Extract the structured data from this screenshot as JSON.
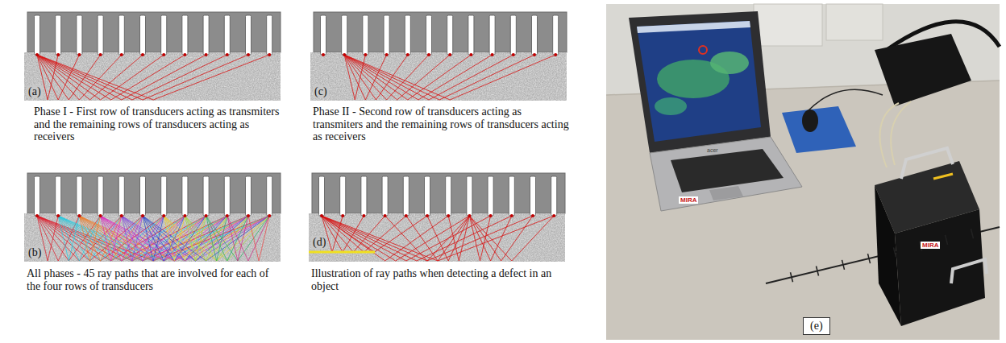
{
  "diagram": {
    "labels": [
      "(a)",
      "Phase I - First row of transducers acting as transmiters and the remaining rows of transducers acting as receivers",
      "(c)",
      "Phase II - Second row of transducers acting as transmiters and the remaining rows of transducers acting as receivers",
      "(b)",
      "All phases - 45 ray paths that are involved for each of the four rows of transducers",
      "(d)",
      "Illustration of ray paths when detecting a defect in an object",
      "acer",
      "MIRA",
      "MIRA",
      "(e)"
    ]
  }
}
